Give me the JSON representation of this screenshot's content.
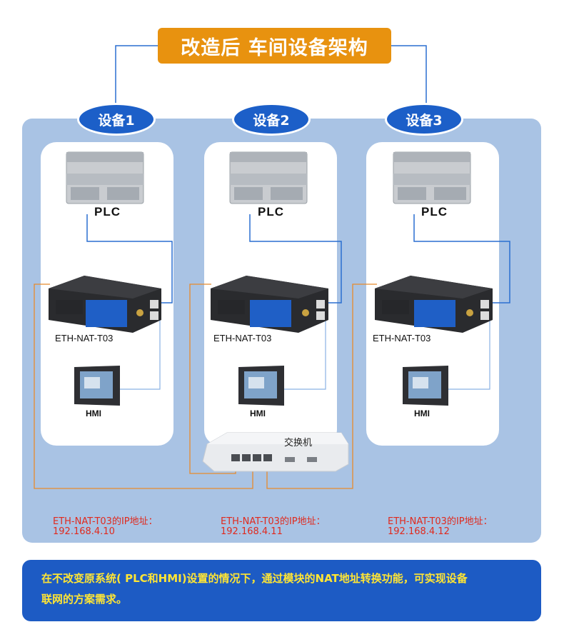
{
  "title": "改造后 车间设备架构",
  "devices": [
    {
      "label": "设备1",
      "plc": "PLC",
      "module": "ETH-NAT-T03",
      "hmi": "HMI",
      "ip_title": "ETH-NAT-T03的IP地址：",
      "ip": "192.168.4.10"
    },
    {
      "label": "设备2",
      "plc": "PLC",
      "module": "ETH-NAT-T03",
      "hmi": "HMI",
      "ip_title": "ETH-NAT-T03的IP地址：",
      "ip": "192.168.4.11"
    },
    {
      "label": "设备3",
      "plc": "PLC",
      "module": "ETH-NAT-T03",
      "hmi": "HMI",
      "ip_title": "ETH-NAT-T03的IP地址：",
      "ip": "192.168.4.12"
    }
  ],
  "switch_label": "交换机",
  "footer": {
    "line1": "在不改变原系统( PLC和HMI)设置的情况下，通过模块的NAT地址转换功能，可实现设备",
    "line2": "联网的方案需求。"
  },
  "colors": {
    "title_bg": "#e8920f",
    "panel_bg": "#a9c3e4",
    "pill_bg": "#1c5fc8",
    "footer_bg": "#1d5bc4",
    "footer_text": "#ffe534",
    "ip_text": "#e02a1e",
    "wire_blue": "#2a6fd0",
    "wire_orange": "#e88a2c"
  }
}
